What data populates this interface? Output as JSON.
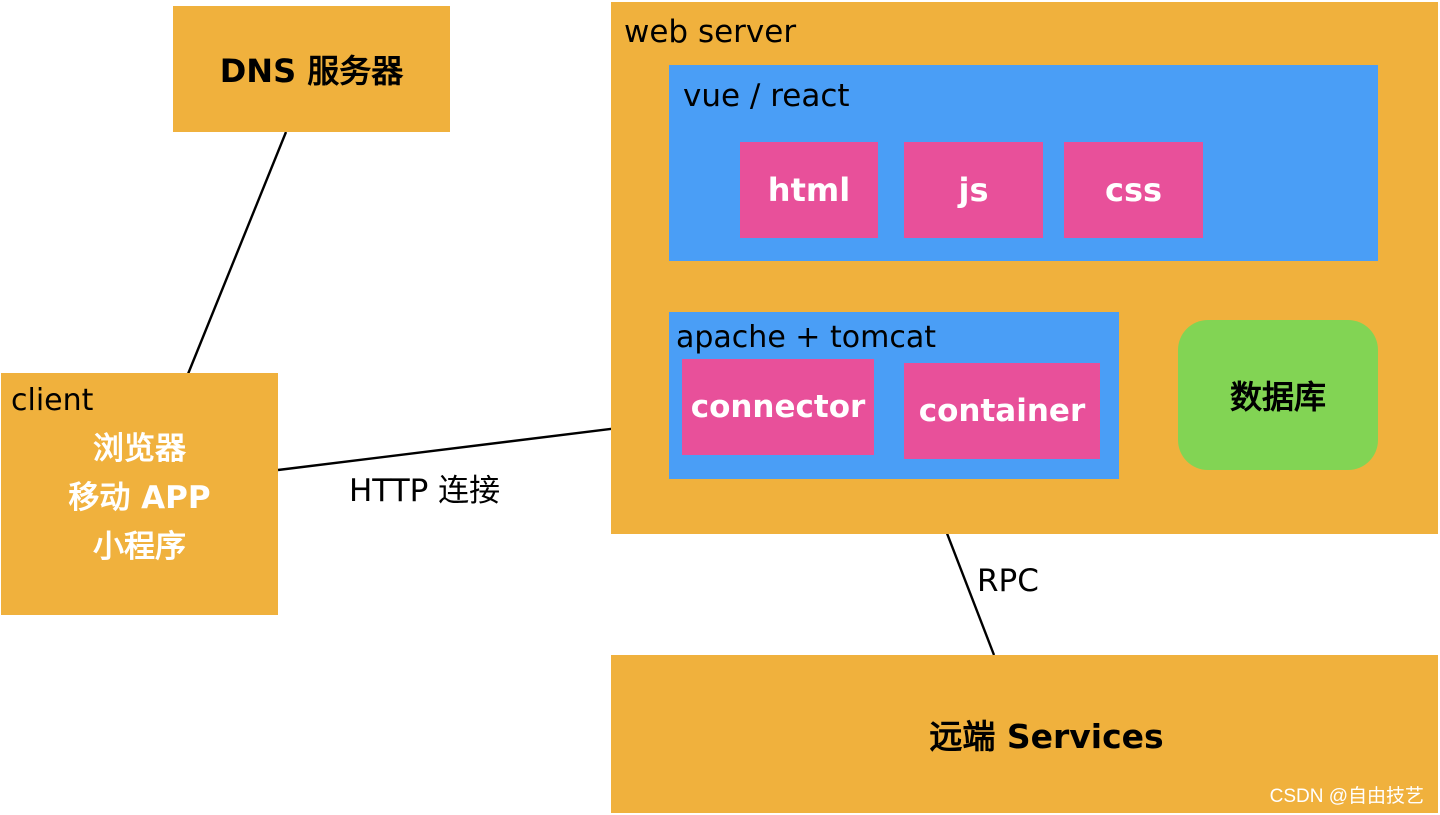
{
  "dns_box": {
    "label": "DNS 服务器"
  },
  "client_box": {
    "title": "client",
    "lines": [
      "浏览器",
      "移动 APP",
      "小程序"
    ]
  },
  "web_server": {
    "title": "web server",
    "frontend": {
      "title": "vue / react",
      "items": [
        "html",
        "js",
        "css"
      ]
    },
    "backend": {
      "title": "apache + tomcat",
      "connector": "connector",
      "container": "container"
    },
    "database": "数据库"
  },
  "remote_services": {
    "label": "远端 Services"
  },
  "connections": {
    "http_label": "HTTP 连接",
    "rpc_label": "RPC"
  },
  "watermark": "CSDN @自由技艺",
  "colors": {
    "orange": "#f0b13d",
    "blue": "#4a9ef6",
    "pink": "#e8509a",
    "green": "#82d454",
    "white": "#ffffff",
    "black": "#000000"
  }
}
